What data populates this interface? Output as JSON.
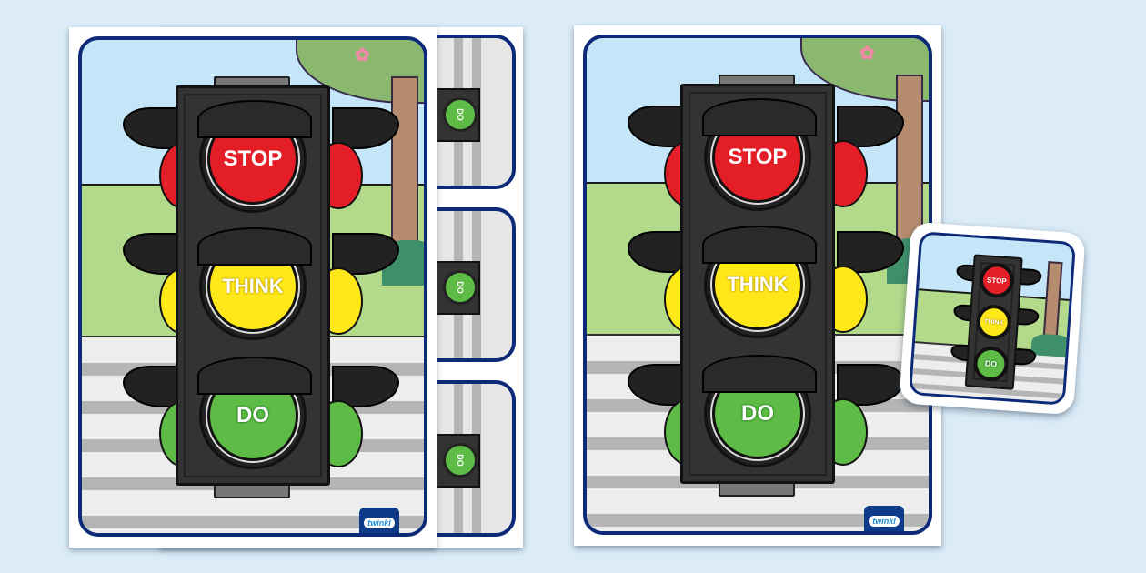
{
  "product": {
    "type": "printable traffic light visual aid preview",
    "colors": {
      "background": "#dbecf8",
      "frame_border": "#0d2a78",
      "sky": "#c4e6f8",
      "grass": "#b3d98a",
      "stop_red": "#e41e26",
      "think_yellow": "#ffe81a",
      "do_green": "#5dbb46",
      "housing": "#333333"
    }
  },
  "large_card_left": {
    "lights": {
      "stop": "STOP",
      "think": "THINK",
      "do": "DO"
    },
    "logo": "twinkl"
  },
  "small_cards_strip": {
    "cards": [
      {
        "light": "DO"
      },
      {
        "light": "DO"
      },
      {
        "light": "DO"
      }
    ]
  },
  "large_card_right": {
    "lights": {
      "stop": "STOP",
      "think": "THINK",
      "do": "DO"
    },
    "logo": "twinkl"
  },
  "mini_card": {
    "lights": {
      "stop": "STOP",
      "think": "THINK",
      "do": "DO"
    }
  }
}
